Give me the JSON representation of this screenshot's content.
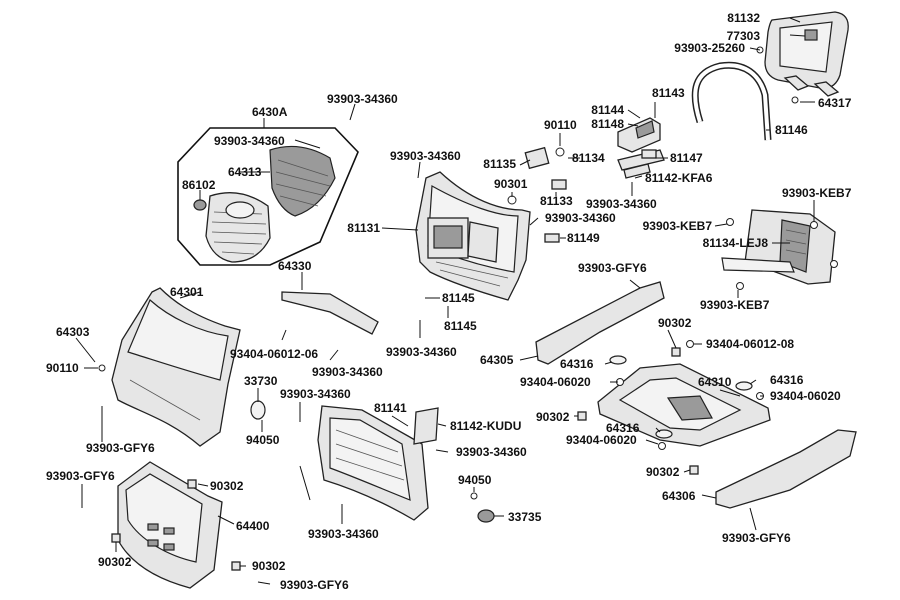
{
  "labels": {
    "l81132": "81132",
    "l77303": "77303",
    "l9390325260": "93903-25260",
    "l64317": "64317",
    "l81146": "81146",
    "l81143": "81143",
    "l81144": "81144",
    "l81148": "81148",
    "l90110a": "90110",
    "l81134": "81134",
    "l81147": "81147",
    "l81135": "81135",
    "l81142kfa6": "81142-KFA6",
    "l90301": "90301",
    "l81133": "81133",
    "l9390334360a": "93903-34360",
    "l9390334360b": "93903-34360",
    "l81149": "81149",
    "l93903keb7a": "93903-KEB7",
    "l93903keb7b": "93903-KEB7",
    "l81134lej8": "81134-LEJ8",
    "l93903keb7c": "93903-KEB7",
    "l6430a": "6430A",
    "l9390334360c": "93903-34360",
    "l9390334360d": "93903-34360",
    "l64313": "64313",
    "l86102": "86102",
    "l9390334360e": "93903-34360",
    "l81131": "81131",
    "l64330": "64330",
    "l93903gfy6a": "93903-GFY6",
    "l64301": "64301",
    "l81145a": "81145",
    "l81145b": "81145",
    "l64303": "64303",
    "l90110b": "90110",
    "l934040601206": "93404-06012-06",
    "l9390334360f": "93903-34360",
    "l9390334360g": "93903-34360",
    "l90302a": "90302",
    "l934040601208": "93404-06012-08",
    "l64305": "64305",
    "l64316a": "64316",
    "l9340406020a": "93404-06020",
    "l64310": "64310",
    "l64316b": "64316",
    "l9340406020b": "93404-06020",
    "l33730": "33730",
    "l9390334360h": "93903-34360",
    "l81141": "81141",
    "l81142kudu": "81142-KUDU",
    "l90302b": "90302",
    "l64316c": "64316",
    "l9340406020c": "93404-06020",
    "l94050a": "94050",
    "l93903gfy6b": "93903-GFY6",
    "l9390334360i": "93903-34360",
    "l93903gfy6c": "93903-GFY6",
    "l90302c": "90302",
    "l94050b": "94050",
    "l90302d": "90302",
    "l64306": "64306",
    "l64400": "64400",
    "l33735": "33735",
    "l9390334360j": "93903-34360",
    "l93903gfy6d": "93903-GFY6",
    "l90302e": "90302",
    "l90302f": "90302",
    "l93903gfy6e": "93903-GFY6"
  }
}
